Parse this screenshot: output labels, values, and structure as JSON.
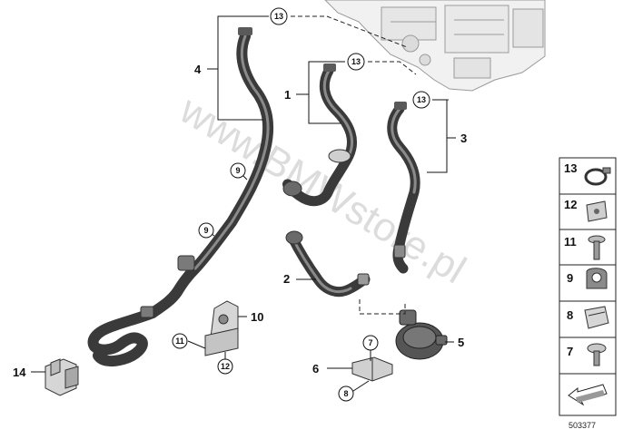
{
  "callouts": {
    "c1": "1",
    "c2": "2",
    "c3": "3",
    "c4": "4",
    "c5": "5",
    "c6": "6",
    "c7": "7",
    "c8": "8",
    "c10": "10",
    "c14": "14",
    "c9a": "9",
    "c9b": "9",
    "c11": "11",
    "c12": "12",
    "c13a": "13",
    "c13b": "13",
    "c13c": "13"
  },
  "legend": {
    "items": [
      "13",
      "12",
      "11",
      "9",
      "8",
      "7"
    ]
  },
  "watermark": "www.BMWstore.pl",
  "diagram_number": "503377"
}
